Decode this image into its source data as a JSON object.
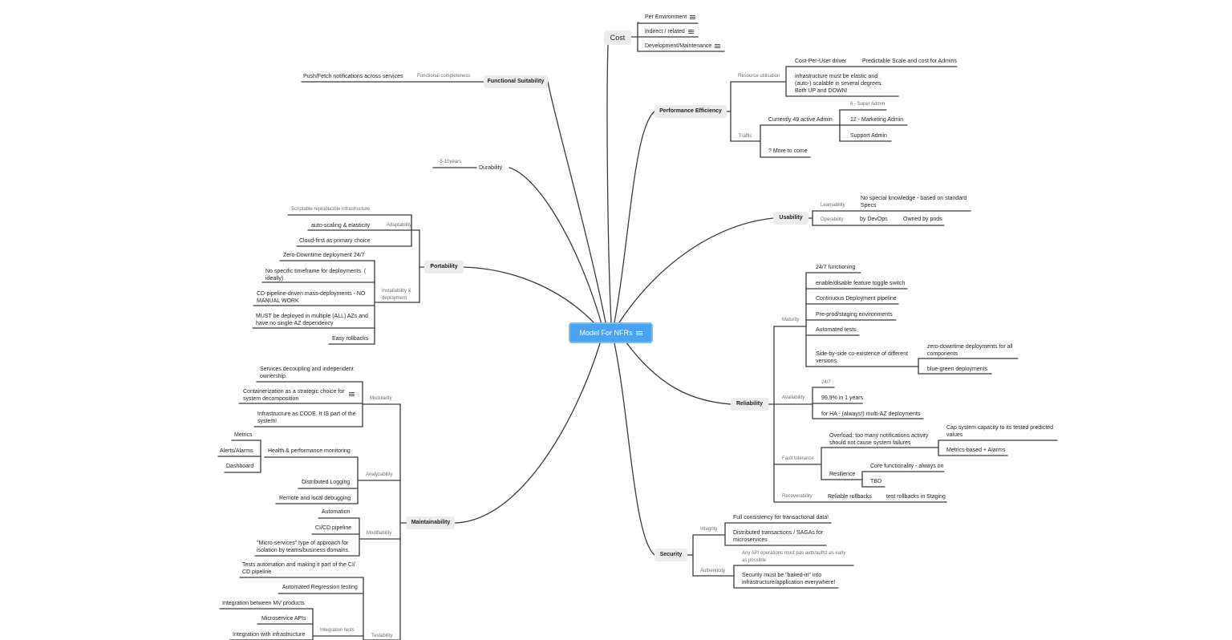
{
  "root": {
    "title": "Model For NFRs",
    "has_note": true
  },
  "cost": {
    "label": "Cost",
    "items": [
      "Per Environment",
      "indirect / related",
      "Development/Maintenance"
    ]
  },
  "functional_suitability": {
    "label": "Functional Suitability",
    "sub_label": "Functional completeness",
    "item": "Push/Fetch notifications across services"
  },
  "durability": {
    "label": "Durability",
    "sub_label": "~5-10years"
  },
  "portability": {
    "label": "Portability",
    "adaptability": {
      "label": "Adaptability",
      "items": [
        "Scriptable reproducible  infrastructure",
        "auto-scaling & elasticity",
        "Cloud-first as primary choice"
      ]
    },
    "installability": {
      "label": "Installability & deployment",
      "items": [
        "Zero-Downtime deployment 24/7",
        "No specific timeframe for deployments. ( ideally)",
        "CD-pipeline-driven mass-deployments - NO MANUAL WORK",
        "MUST be deployed in multiple (ALL) AZs and have no single-AZ dependency",
        "Easy rollbacks"
      ]
    }
  },
  "maintainability": {
    "label": "Maintainability",
    "modularity": {
      "label": "Modularity",
      "items": [
        "Services decoupling and independent ownership.",
        "Containerization as a strategic choice for system decomposition",
        "Infrastructure as CODE. It IS part of the system!"
      ]
    },
    "analyzability": {
      "label": "Analyzability",
      "health": "Health & performance monitoring",
      "health_items": [
        "Metrics",
        "Alerts/Alarms",
        "Dashboard"
      ],
      "items": [
        "Distributed Logging",
        "Remote and local debugging"
      ]
    },
    "modifiability": {
      "label": "Modifiability",
      "items": [
        "Automation",
        "CI/CD pipeline",
        "\"Micro-services\" type of approach for isolation by teams/business domains."
      ]
    },
    "testability": {
      "label": "Testability",
      "items": [
        "Tests automation and making it part of the CI/ CD pipeline",
        "Automated Regression testing"
      ],
      "integration": {
        "label": "Integration tests",
        "items": [
          "Integration between MV products",
          "Microservice APIs",
          "Integration with infrastructure"
        ]
      }
    }
  },
  "performance": {
    "label": "Performance Efficiency",
    "resource": {
      "label": "Resource utilisation",
      "cpu_driver": "Cost-Per-User driver",
      "cpu_detail": "Predictable Scale and cost for Admins",
      "elastic": "infrastructure must be elastic and (auto-) scalable in several degrees. Both UP and DOWN!"
    },
    "traffic": {
      "label": "Traffic",
      "current": "Currently 49 active Admin",
      "admins": [
        "6 - Super Admin",
        "12 - Marketing Admin",
        "Support Admin"
      ],
      "more": "? More to come"
    }
  },
  "usability": {
    "label": "Usability",
    "learnability": {
      "label": "Learnability",
      "item": "No special knowledge - based on standard Specs"
    },
    "operability": {
      "label": "Operability",
      "item": "by DevOps",
      "detail": "Owned by pods"
    }
  },
  "reliability": {
    "label": "Reliability",
    "maturity": {
      "label": "Maturity",
      "items": [
        "24/7 functioning",
        "enable/disable feature toggle switch",
        "Continuous Deployment pipeline",
        "Pre-prod/staging environments",
        "Automated tests",
        "Side-by-side co-existence of different versions."
      ],
      "side_items": [
        "zero-downtime deployments for all components",
        "blue-green deployments"
      ]
    },
    "availability": {
      "label": "Availability",
      "items": [
        "24/7",
        "99,9% in 1 years",
        "for HA - (always!) multi-AZ deployments"
      ]
    },
    "fault": {
      "label": "Fault tolerance",
      "overload": "Overload: too many notifications activity should not cause system failures",
      "overload_items": [
        "Cap system capacity to its tested predicted values",
        "Metrics-based + Alarms"
      ],
      "resilience": "Resilience",
      "resilience_items": [
        "Core functionality - always on",
        "TBD"
      ]
    },
    "recoverability": {
      "label": "Recoverability",
      "item": "Reliable rollbacks",
      "detail": "test rollbacks in Staging"
    }
  },
  "security": {
    "label": "Security",
    "integrity": {
      "label": "Integrity",
      "items": [
        "Full consistency for transactional data!",
        "Distributed transactions / SAGAs for microservices"
      ]
    },
    "authenticity": {
      "label": "Authenticity",
      "items": [
        "Any API operations must pas auth/authz as early as possible",
        "Security must be \"baked-in\" into infrastructure/application everywhere!"
      ]
    }
  },
  "colors": {
    "root_fill": "#4aa3f0",
    "branch_fill": "#ececec",
    "line": "#3a3a3a"
  }
}
